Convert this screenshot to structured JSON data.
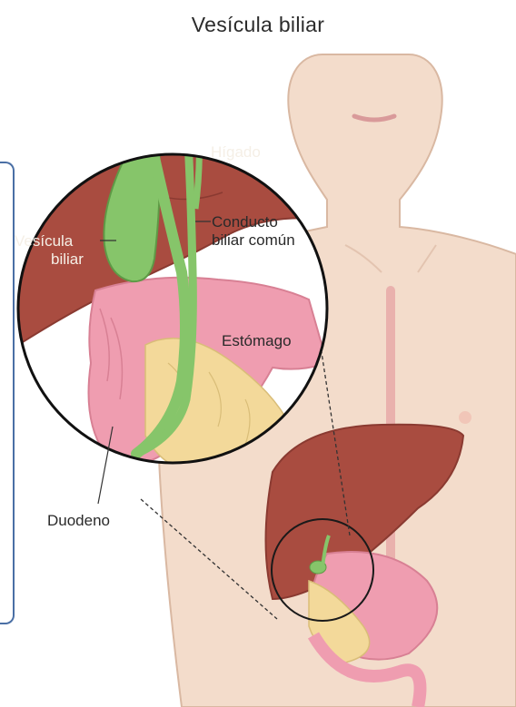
{
  "title": "Vesícula biliar",
  "labels": {
    "higado": "Hígado",
    "conducto_line1": "Conducto",
    "conducto_line2": "biliar común",
    "vesicula_line1": "Vesícula",
    "vesicula_line2": "biliar",
    "estomago": "Estómago",
    "duodeno": "Duodeno"
  },
  "colors": {
    "skin": "#f3dccb",
    "skin_outline": "#d9b8a2",
    "liver": "#a94c40",
    "liver_dark": "#8a3a31",
    "gallbladder": "#86c56a",
    "stomach": "#ef9db0",
    "pancreas": "#f3d99a",
    "frame": "#4a6fa5"
  }
}
